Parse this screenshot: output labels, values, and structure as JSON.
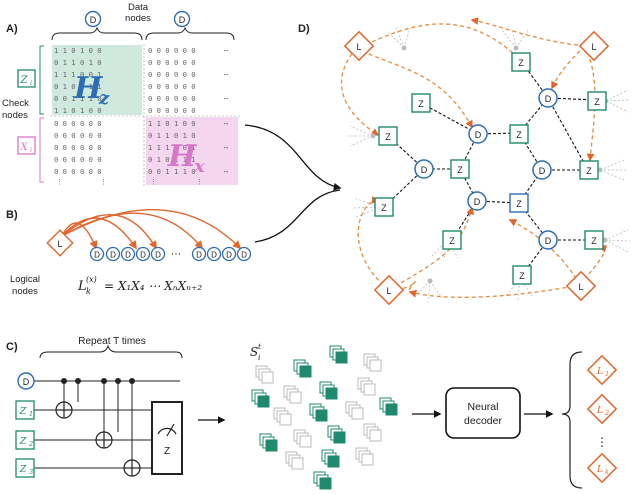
{
  "panels": {
    "a": "A)",
    "b": "B)",
    "c": "C)",
    "d": "D)"
  },
  "panel_a": {
    "data_nodes_line1": "Data",
    "data_nodes_line2": "nodes",
    "check_nodes_line1": "Check",
    "check_nodes_line2": "nodes",
    "hz_main": "H",
    "hz_sub": "z",
    "hx_main": "H",
    "hx_sub": "x",
    "zi_main": "Z",
    "zi_sub": "i",
    "xi_main": "X",
    "xi_sub": "i",
    "matrix_hz_rows": [
      "1  1  0  1  0  0",
      "0  1  1  0  1  0",
      "1  1  1  0  0  1",
      "0  1  0  1  1  1",
      "0  0  1  1  1  0"
    ],
    "matrix_zero_rows": "0  0  0  0  0  0",
    "matrix_hx_rows": [
      "1  1  0  1  0  0",
      "0  1  1  0  1  0",
      "1  1  1  0  0  1",
      "0  1  0  1  1  1",
      "0  0  1  1  1  0"
    ],
    "dots": "⋯",
    "vdots": "⋮"
  },
  "panel_b": {
    "logical_line1": "Logical",
    "logical_line2": "nodes",
    "formula": "L",
    "formula_sub": "k",
    "formula_sup": "(x)",
    "formula_rhs": "= X₁X₄ ⋯ XₙXₙ₊₂",
    "ellipsis": "⋯"
  },
  "panel_c": {
    "repeat_label": "Repeat T times",
    "measure_label": "Z",
    "neural_line1": "Neural",
    "neural_line2": "decoder",
    "syndrome_main": "S",
    "syndrome_sub": "i",
    "syndrome_sup": "t",
    "q_z1_main": "Z",
    "q_z1_sub": "1",
    "q_z2_main": "Z",
    "q_z2_sub": "2",
    "q_z3_main": "Z",
    "q_z3_sub": "3",
    "out_l1_main": "L",
    "out_l1_sub": "1",
    "out_l2_main": "L",
    "out_l2_sub": "2",
    "out_lk_main": "L",
    "out_lk_sub": "k",
    "vdots": "⋮"
  },
  "node_text": {
    "data": "D",
    "check_z": "Z",
    "logical": "L"
  },
  "colors": {
    "data_blue": "#2d6db4",
    "check_green": "#1f8a6d",
    "check_pink": "#d678c8",
    "logical_orange": "#e0662c",
    "hz_fill": "#cfe9df",
    "hx_fill": "#f5d6ef"
  }
}
